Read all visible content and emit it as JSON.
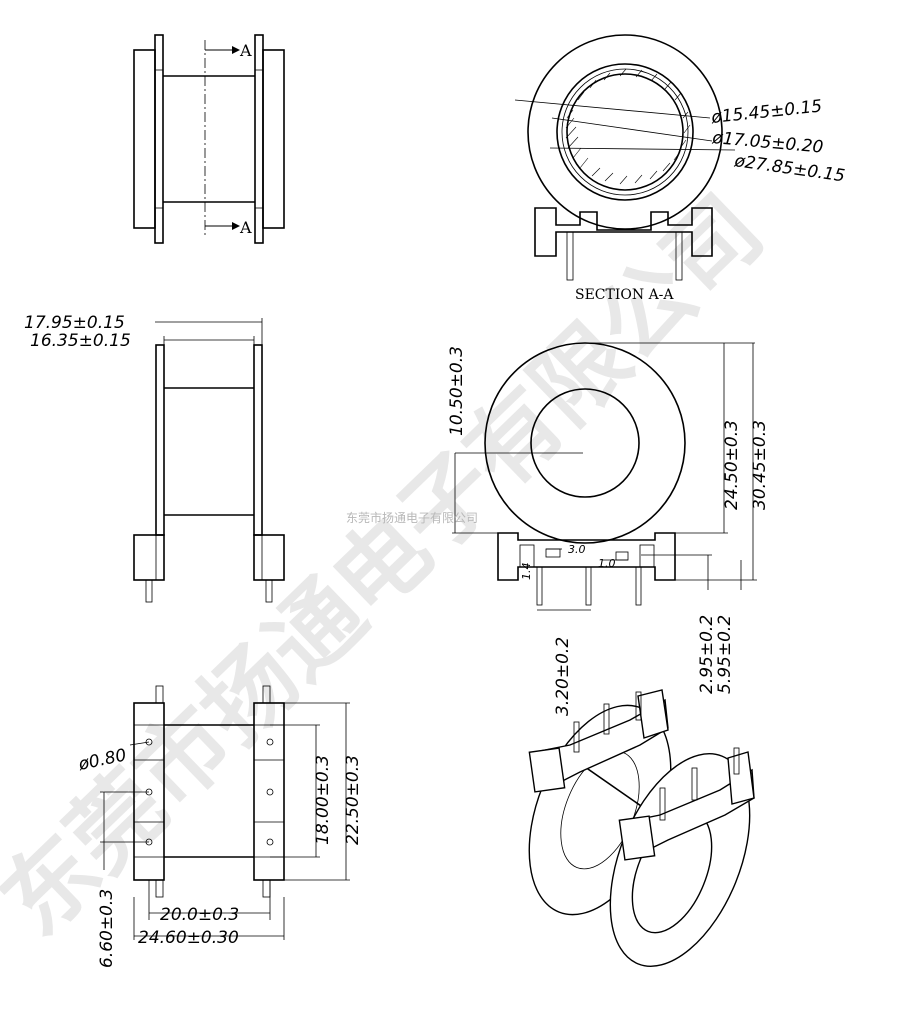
{
  "labels": {
    "section_mark": "A",
    "section_title": "SECTION A-A"
  },
  "dimensions": {
    "d1": "ø15.45±0.15",
    "d2": "ø17.05±0.20",
    "d3": "ø27.85±0.15",
    "w_outer": "17.95±0.15",
    "w_inner": "16.35±0.15",
    "h_center": "10.50±0.3",
    "h_body": "24.50±0.3",
    "h_total": "30.45±0.3",
    "slot_w": "3.0",
    "slot_d": "1.4",
    "notch": "1.0",
    "pin_pitch": "3.20±0.2",
    "pin_a": "2.95±0.2",
    "pin_b": "5.95±0.2",
    "hole": "ø0.80",
    "len_inner": "18.00±0.3",
    "len_outer": "22.50±0.3",
    "pitch_y": "6.60±0.3",
    "span_inner": "20.0±0.3",
    "span_outer": "24.60±0.30"
  },
  "watermark": {
    "big": "东莞市扬通电子有限公司",
    "small": "东莞市扬通电子有限公司"
  }
}
